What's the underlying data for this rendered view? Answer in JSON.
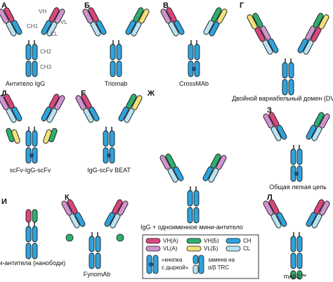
{
  "colors": {
    "vh_a": "#d9477e",
    "vl_a": "#cf94cf",
    "vh_b": "#2faf6e",
    "vl_b": "#f2e07a",
    "ch": "#2fa3dc",
    "cl": "#b7e3f3",
    "stroke": "#1a1a1a"
  },
  "panels": {
    "a": {
      "letter": "А",
      "caption": "Антитело IgG",
      "labels": {
        "vh": "VH",
        "vl": "VL",
        "ch1": "CH1",
        "cl": "CL",
        "ch2": "CH2",
        "ch3": "CH3"
      }
    },
    "b": {
      "letter": "Б",
      "caption": "Triomab"
    },
    "v": {
      "letter": "В",
      "caption": "CrossMAb"
    },
    "g": {
      "letter": "Г",
      "caption": "Двойной вариабельный домен (DVD)"
    },
    "d": {
      "letter": "Д",
      "caption": "scFv-IgG-scFv"
    },
    "e": {
      "letter": "Е",
      "caption": "IgG-scFv BEAT"
    },
    "zh": {
      "letter": "Ж",
      "caption": "IgG + одноименное мини-антитело"
    },
    "z": {
      "letter": "З",
      "caption": "Общая легкая цепь"
    },
    "i": {
      "letter": "И",
      "caption": "Мини-антитела (нанободи)"
    },
    "k": {
      "letter": "К",
      "caption": "FynomAb"
    },
    "l": {
      "letter": "Л",
      "caption": "mAb2™"
    }
  },
  "legend": {
    "vh_a": "VH(A)",
    "vl_a": "VL(A)",
    "vh_b": "VH(Б)",
    "vl_b": "VL(Б)",
    "ch": "CH",
    "cl": "CL",
    "knob_line1": "«кнопка",
    "knob_line2": "с дыркой»",
    "swap_line1": "замена на",
    "swap_line2": "α/β TRC"
  }
}
